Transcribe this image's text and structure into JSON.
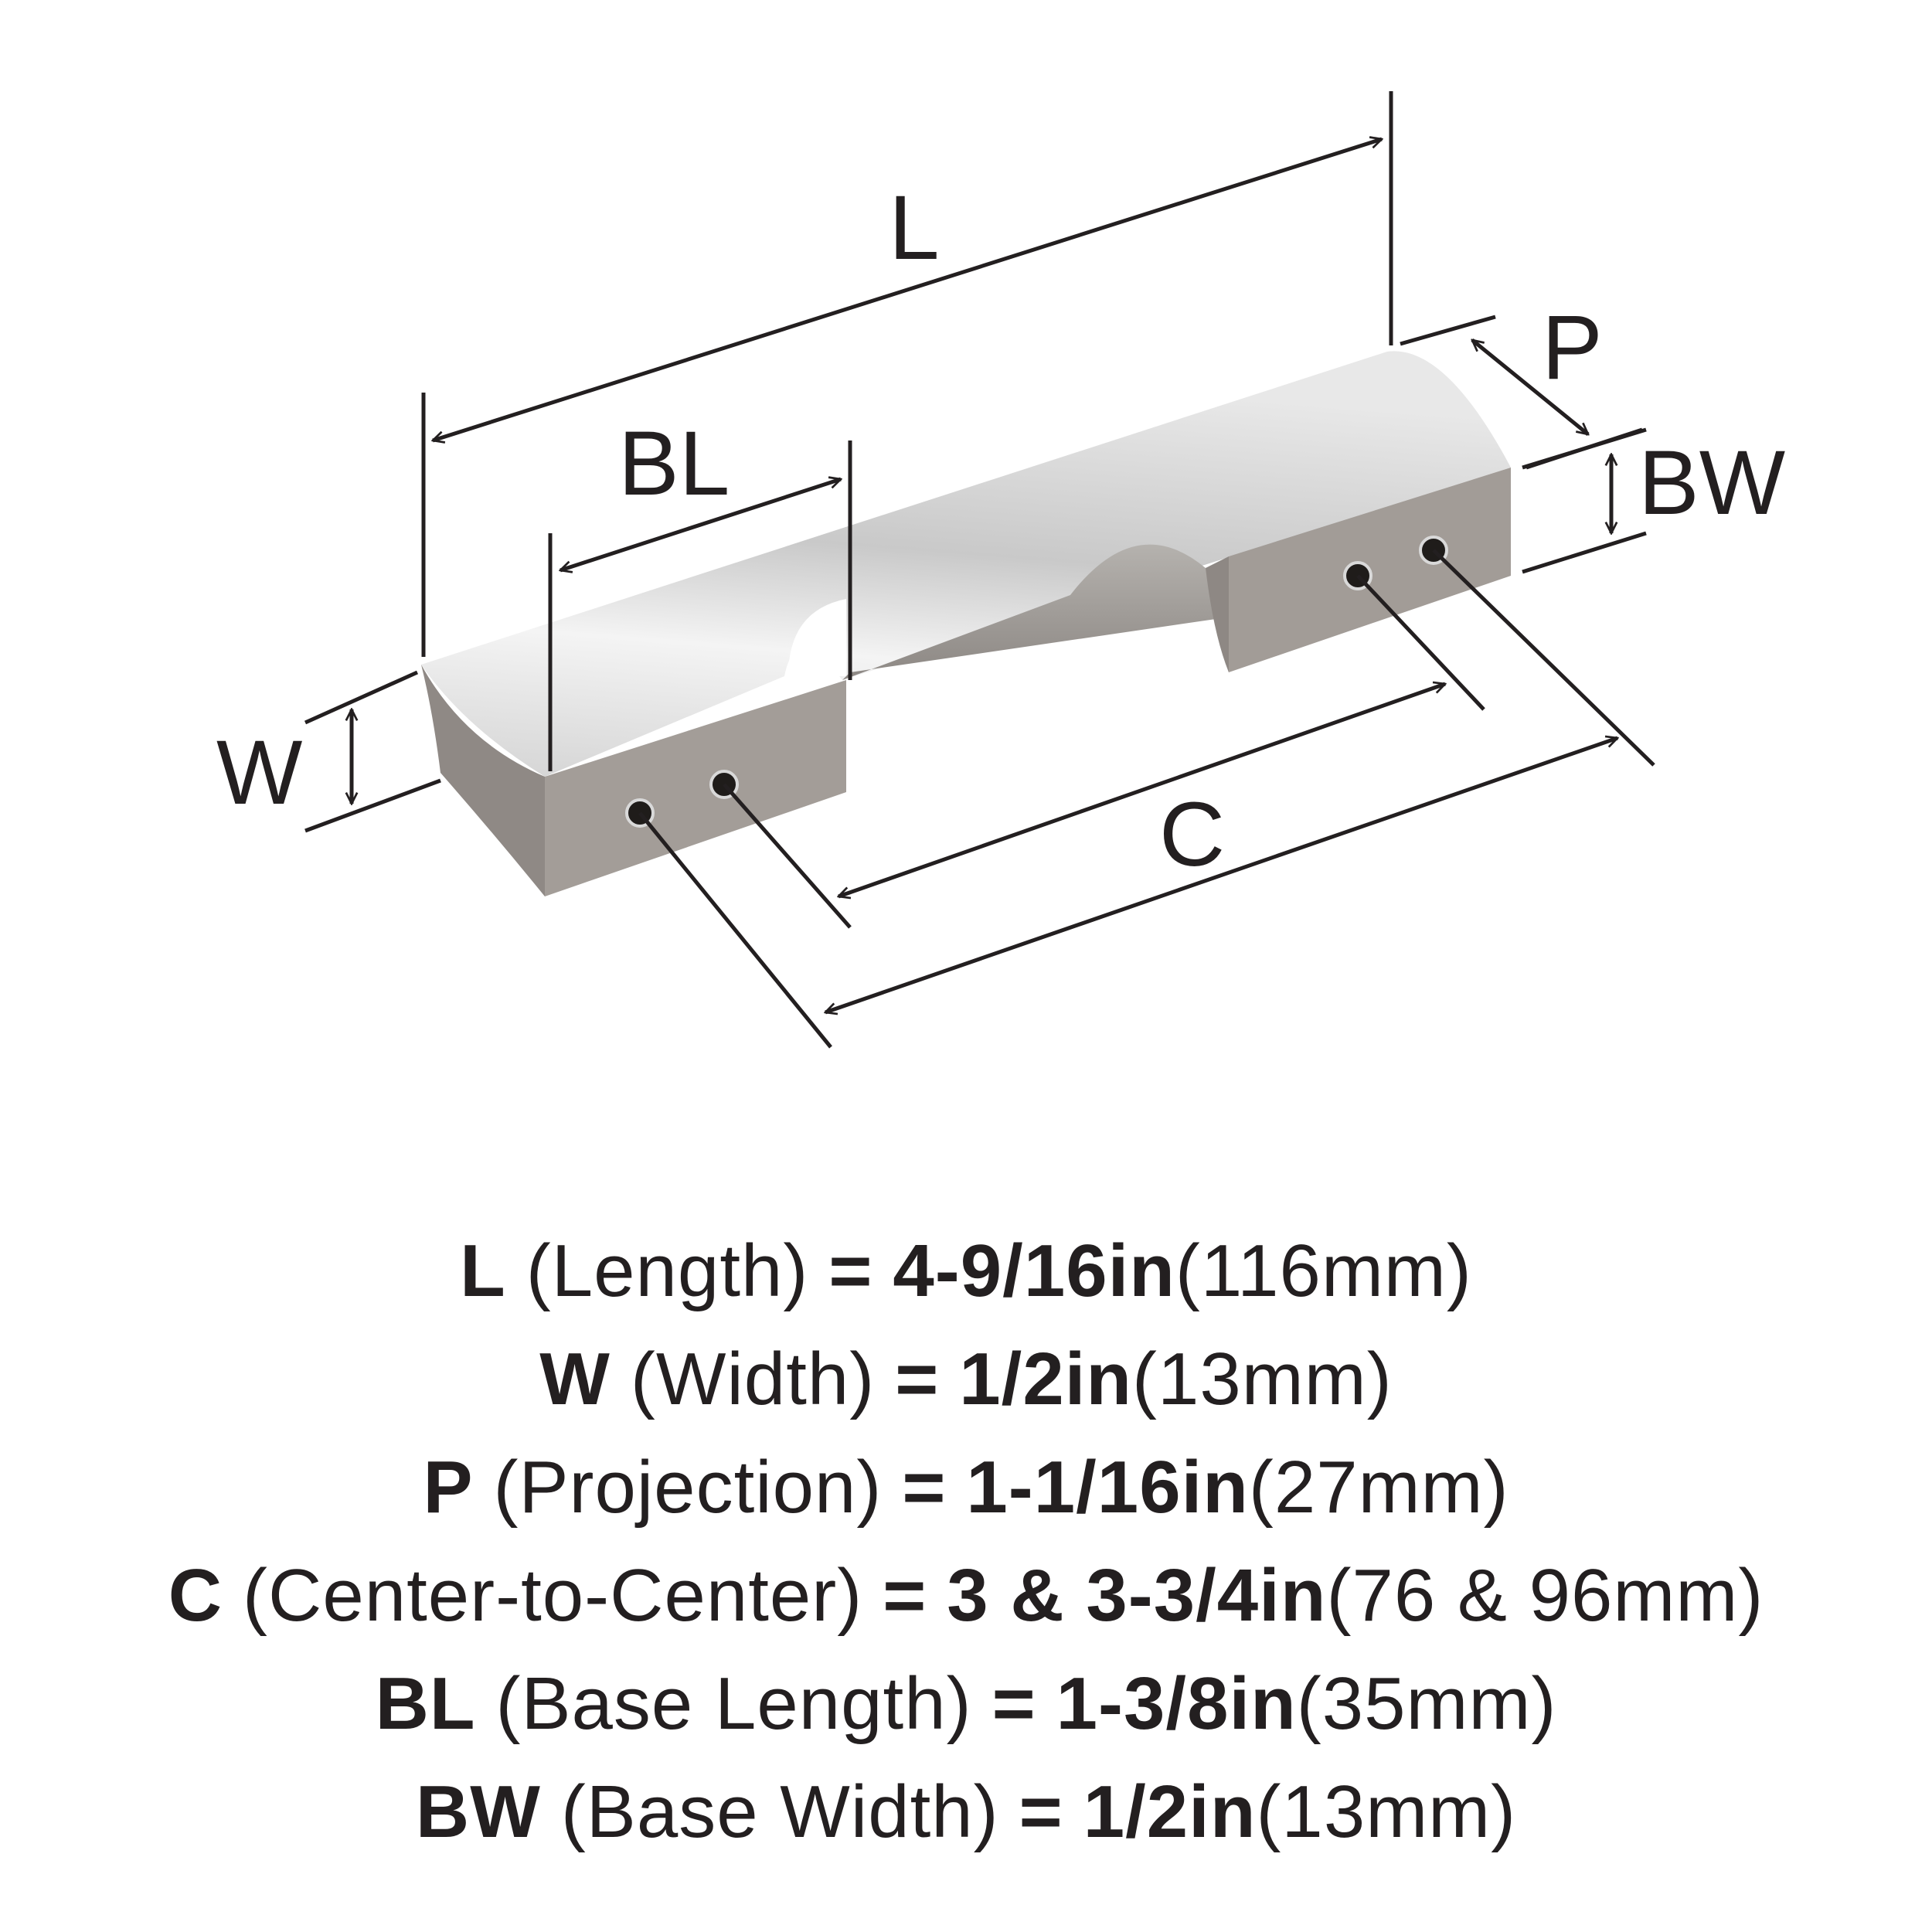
{
  "diagram": {
    "dimension_labels": {
      "L": "L",
      "BL": "BL",
      "P": "P",
      "BW": "BW",
      "W": "W",
      "C": "C"
    },
    "colors": {
      "line": "#231f20",
      "metal_light": "#e9e9e9",
      "metal_mid": "#cfcfcf",
      "metal_dark": "#8f8a87",
      "base_face": "#9a948f",
      "hole": "#1f1c1a"
    }
  },
  "specs": [
    {
      "abbr": "L",
      "desc": "(Length)",
      "imperial": "4-9/16in",
      "metric": "(116mm)"
    },
    {
      "abbr": "W",
      "desc": "(Width)",
      "imperial": "1/2in",
      "metric": "(13mm)"
    },
    {
      "abbr": "P",
      "desc": "(Projection)",
      "imperial": "1-1/16in",
      "metric": "(27mm)"
    },
    {
      "abbr": "C",
      "desc": "(Center-to-Center)",
      "imperial": "3 & 3-3/4in",
      "metric": "(76 & 96mm)"
    },
    {
      "abbr": "BL",
      "desc": "(Base Length)",
      "imperial": "1-3/8in",
      "metric": "(35mm)"
    },
    {
      "abbr": "BW",
      "desc": "(Base Width)",
      "imperial": "1/2in",
      "metric": "(13mm)"
    }
  ],
  "equals_sign": "="
}
